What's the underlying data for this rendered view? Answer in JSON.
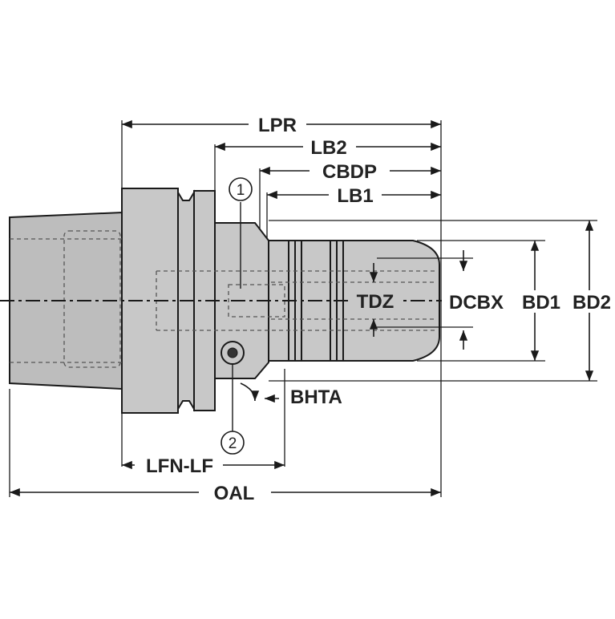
{
  "diagram": {
    "dimension_labels": {
      "lpr": "LPR",
      "lb2": "LB2",
      "cbdp": "CBDP",
      "lb1": "LB1",
      "tdz": "TDZ",
      "dcbx": "DCBX",
      "bd1": "BD1",
      "bd2": "BD2",
      "bhta": "BHTA",
      "lfn_lf": "LFN-LF",
      "oal": "OAL"
    },
    "callouts": {
      "c1": "1",
      "c2": "2"
    },
    "colors": {
      "line": "#1a1a1a",
      "body_fill": "#c8c8c8",
      "shank_fill": "#bdbdbd",
      "hidden": "#555555"
    }
  }
}
